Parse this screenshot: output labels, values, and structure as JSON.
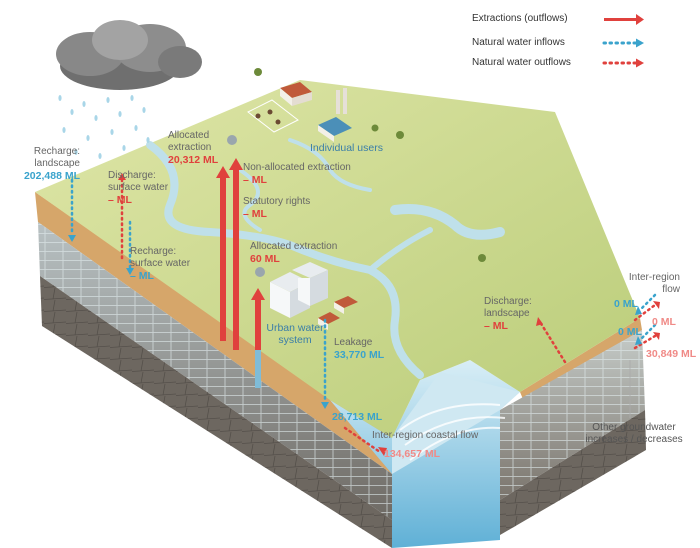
{
  "legend": {
    "extractions": "Extractions (outflows)",
    "inflows": "Natural water inflows",
    "outflows": "Natural water outflows"
  },
  "labels": {
    "recharge_landscape": {
      "line1": "Recharge:",
      "line2": "landscape",
      "value": "202,488 ML"
    },
    "allocated_extraction": {
      "line1": "Allocated",
      "line2": "extraction",
      "value": "20,312 ML"
    },
    "discharge_surface_water": {
      "line1": "Discharge:",
      "line2": "surface water",
      "value": "– ML"
    },
    "recharge_surface_water": {
      "line1": "Recharge:",
      "line2": "surface water",
      "value": "– ML"
    },
    "non_allocated_extraction": {
      "line1": "Non-allocated extraction",
      "value": "– ML"
    },
    "statutory_rights": {
      "line1": "Statutory rights",
      "value": "– ML"
    },
    "allocated_extraction_urban": {
      "line1": "Allocated extraction",
      "value": "60 ML"
    },
    "individual_users": "Individual users",
    "urban_water_system": {
      "line1": "Urban water",
      "line2": "system"
    },
    "leakage": {
      "line1": "Leakage",
      "value": "33,770 ML"
    },
    "coastal_in": "28,713 ML",
    "coastal_flow": "Inter-region coastal flow",
    "coastal_out": "134,657 ML",
    "discharge_landscape": {
      "line1": "Discharge:",
      "line2": "landscape",
      "value": "– ML"
    },
    "inter_region_flow": {
      "line1": "Inter-region",
      "line2": "flow"
    },
    "inter_in_top": "0 ML",
    "inter_out_top": "0 ML",
    "inter_in_bottom": "0 ML",
    "other_gw_value": "30,849 ML",
    "other_gw": {
      "line1": "Other groundwater",
      "line2": "increases / decreases"
    }
  },
  "colors": {
    "extraction": "#e0413d",
    "inflow": "#3aa3cc",
    "outflow": "#e0413d",
    "land": "#c8d68a",
    "water": "#b9dde9",
    "rock": "#8a8a88"
  }
}
